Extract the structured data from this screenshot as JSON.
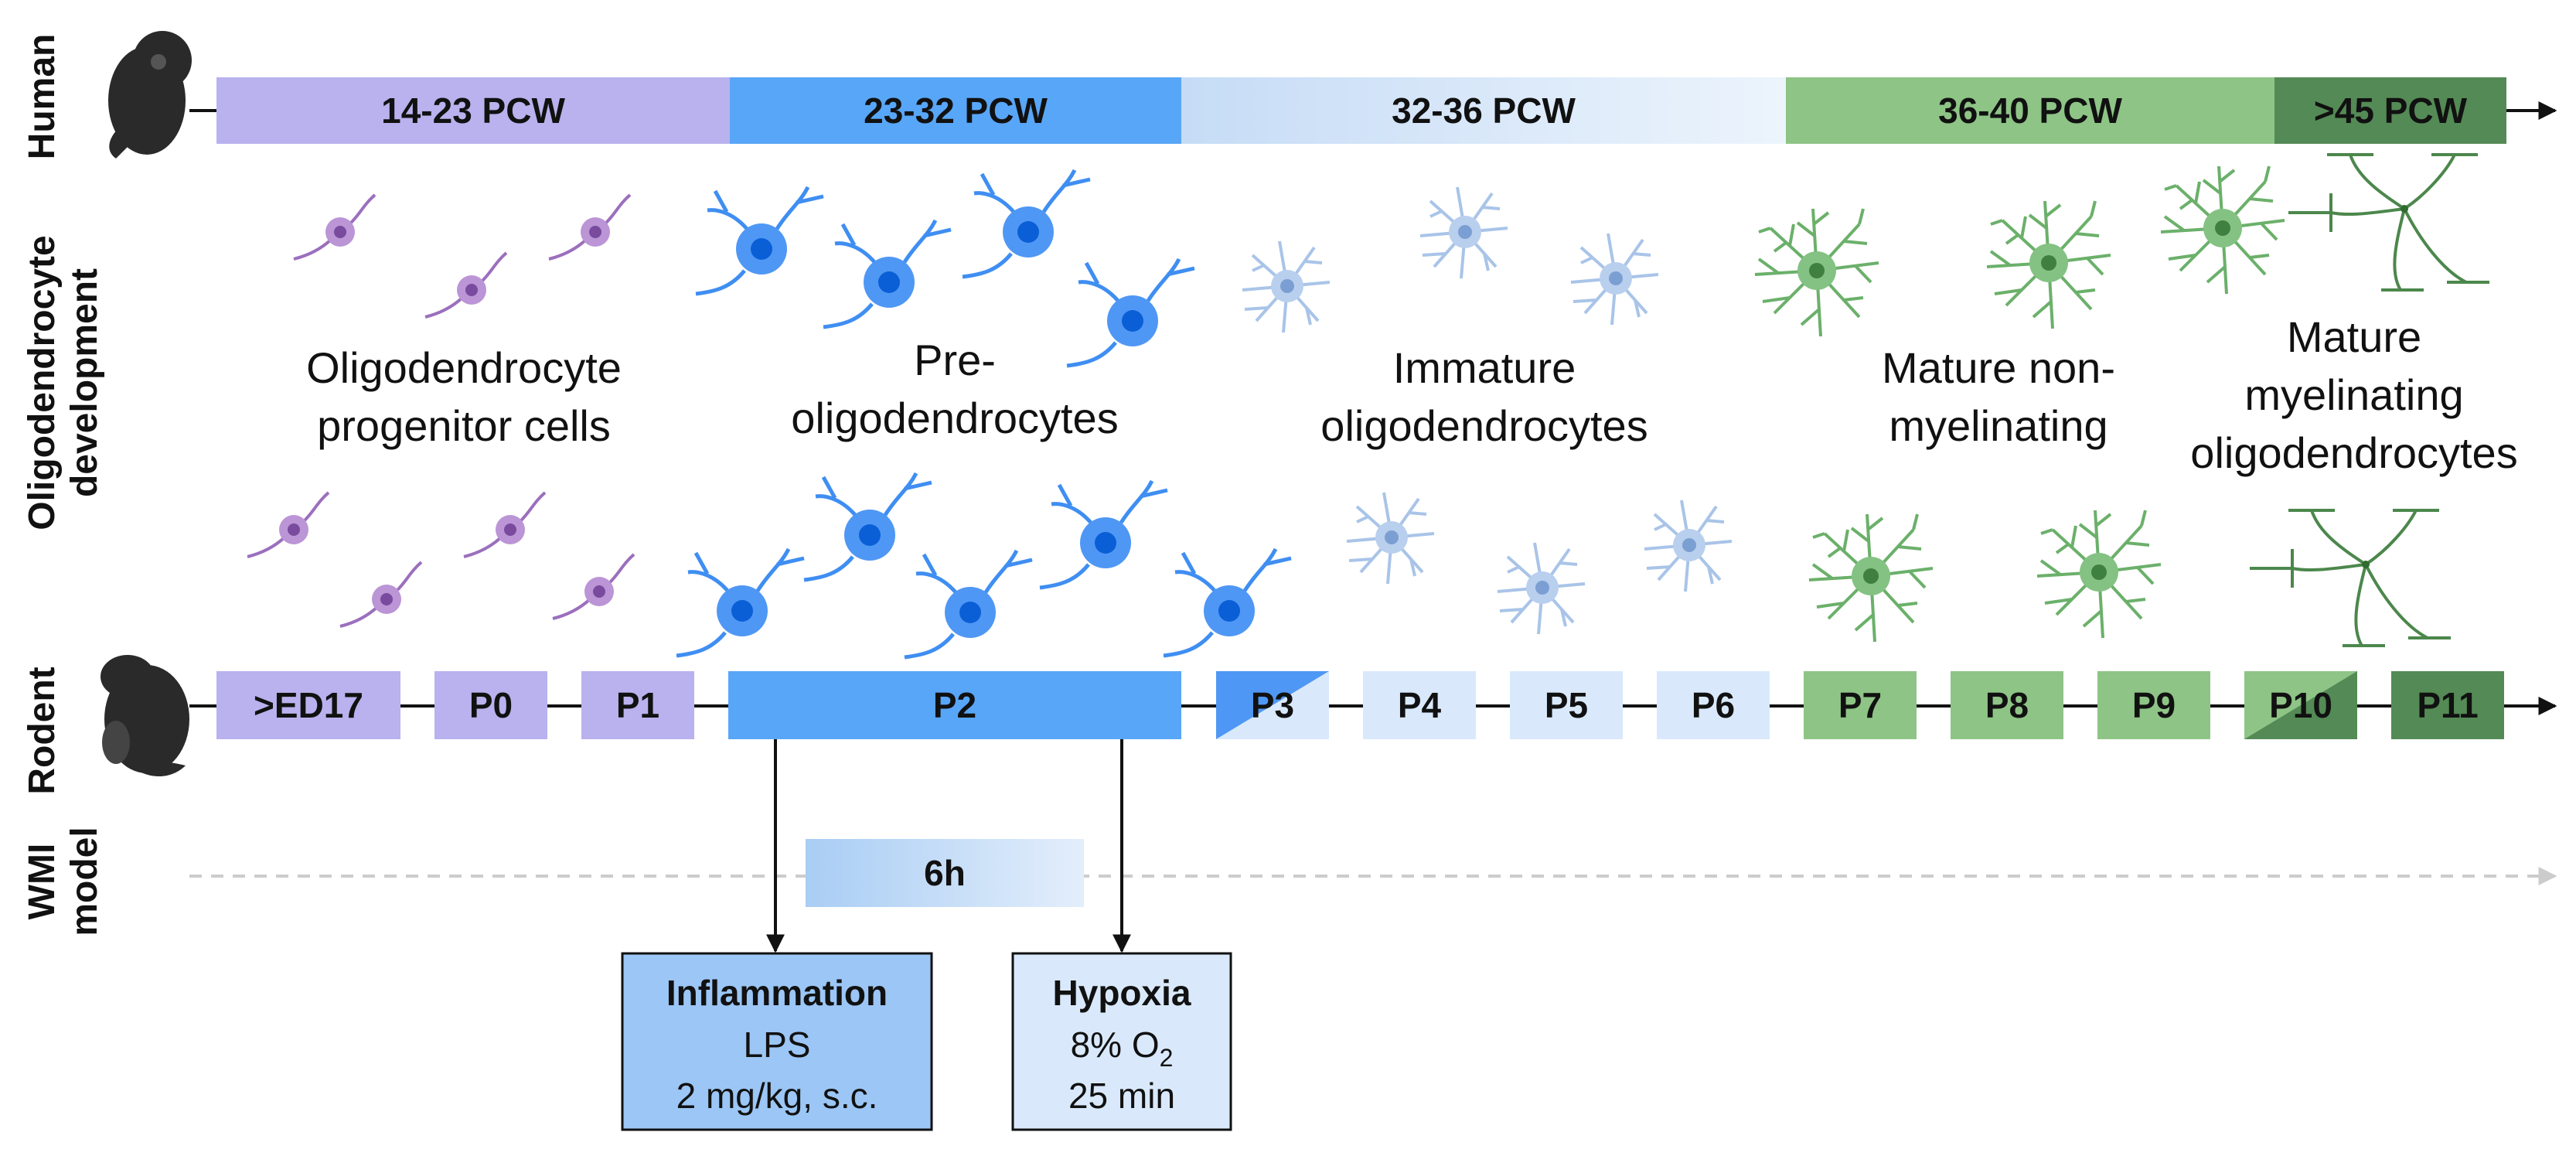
{
  "rows": {
    "human": "Human",
    "oligo_line1": "Oligodendrocyte",
    "oligo_line2": "development",
    "rodent": "Rodent",
    "wmi_line1": "WMI",
    "wmi_line2": "model"
  },
  "human_segments": [
    {
      "label": "14-23 PCW",
      "color": "#b9b2ee"
    },
    {
      "label": "23-32 PCW",
      "color": "#58a6f7"
    },
    {
      "label": "32-36 PCW",
      "color": "#cfe4f9"
    },
    {
      "label": "36-40 PCW",
      "color": "#8ec486"
    },
    {
      "label": ">45 PCW",
      "color": "#548a55"
    }
  ],
  "stages": {
    "opc": {
      "line1": "Oligodendrocyte",
      "line2": "progenitor cells"
    },
    "preol": {
      "line1": "Pre-",
      "line2": "oligodendrocytes"
    },
    "immature": {
      "line1": "Immature",
      "line2": "oligodendrocytes"
    },
    "mature_non": {
      "line1": "Mature non-",
      "line2": "myelinating"
    },
    "mature_my": {
      "line1": "Mature",
      "line2": "myelinating",
      "line3": "oligodendrocytes"
    }
  },
  "rodent_boxes": [
    ">ED17",
    "P0",
    "P1",
    "P2",
    "P3",
    "P4",
    "P5",
    "P6",
    "P7",
    "P8",
    "P9",
    "P10",
    "P11"
  ],
  "wmi": {
    "duration": "6h",
    "inflammation": {
      "title": "Inflammation",
      "line1": "LPS",
      "line2": "2 mg/kg, s.c."
    },
    "hypoxia": {
      "title": "Hypoxia",
      "line1_pre": "8% O",
      "line1_sub": "2",
      "line2": "25 min"
    }
  },
  "colors": {
    "opc": "#9b6fbd",
    "preol": "#3f8ef2",
    "immature": "#a9c4e8",
    "mature": "#6bb06a",
    "mature_dark": "#4c874c"
  }
}
